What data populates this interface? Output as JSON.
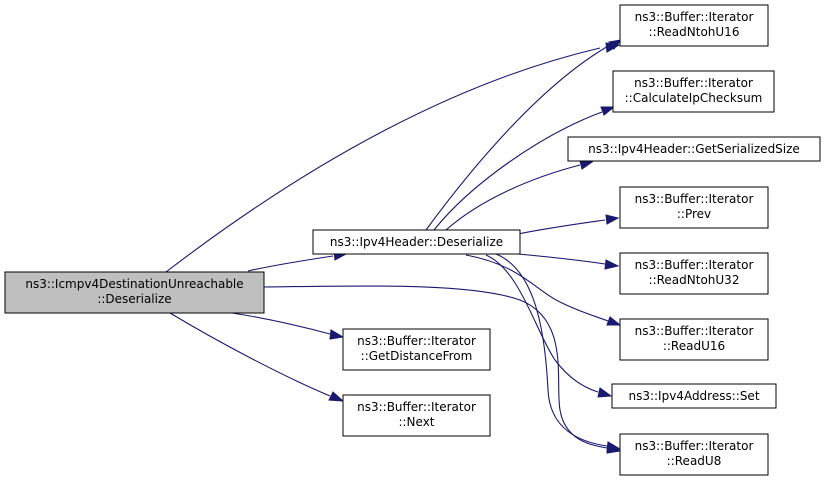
{
  "nodes": {
    "root": {
      "line1": "ns3::Icmpv4DestinationUnreachable",
      "line2": "::Deserialize"
    },
    "ipv4_deserialize": {
      "line1": "ns3::Ipv4Header::Deserialize"
    },
    "get_distance_from": {
      "line1": "ns3::Buffer::Iterator",
      "line2": "::GetDistanceFrom"
    },
    "next": {
      "line1": "ns3::Buffer::Iterator",
      "line2": "::Next"
    },
    "read_ntoh_u16": {
      "line1": "ns3::Buffer::Iterator",
      "line2": "::ReadNtohU16"
    },
    "calculate_ip_checksum": {
      "line1": "ns3::Buffer::Iterator",
      "line2": "::CalculateIpChecksum"
    },
    "get_serialized_size": {
      "line1": "ns3::Ipv4Header::GetSerializedSize"
    },
    "prev": {
      "line1": "ns3::Buffer::Iterator",
      "line2": "::Prev"
    },
    "read_ntoh_u32": {
      "line1": "ns3::Buffer::Iterator",
      "line2": "::ReadNtohU32"
    },
    "read_u16": {
      "line1": "ns3::Buffer::Iterator",
      "line2": "::ReadU16"
    },
    "ipv4_address_set": {
      "line1": "ns3::Ipv4Address::Set"
    },
    "read_u8": {
      "line1": "ns3::Buffer::Iterator",
      "line2": "::ReadU8"
    }
  },
  "colors": {
    "edge": "#191970",
    "root_fill": "#bfbfbf",
    "node_fill": "#ffffff",
    "node_border": "#000000"
  }
}
